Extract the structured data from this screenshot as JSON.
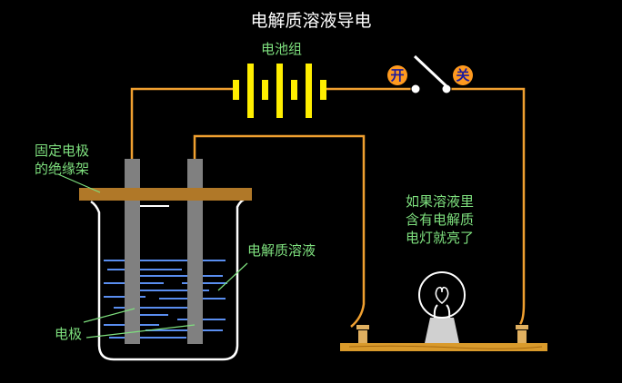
{
  "title": "电解质溶液导电",
  "battery_label": "电池组",
  "switch": {
    "open_label": "开",
    "close_label": "关"
  },
  "holder_label": [
    "固定电极",
    "的绝缘架"
  ],
  "solution_label": "电解质溶液",
  "electrode_label": "电极",
  "note": [
    "如果溶液里",
    "含有电解质",
    "电灯就亮了"
  ],
  "colors": {
    "wire": "#f0a030",
    "battery": "#ffee00",
    "label_text": "#7ee07e",
    "title_text": "#ffffff",
    "electrode": "#808080",
    "holder": "#b07828",
    "solution_lines": "#5a8ef0",
    "board": "#d99a2b",
    "switch_badge": "#ff9a1f"
  },
  "icons": [
    "battery-icon",
    "switch-icon",
    "light-bulb-icon",
    "beaker-icon"
  ]
}
